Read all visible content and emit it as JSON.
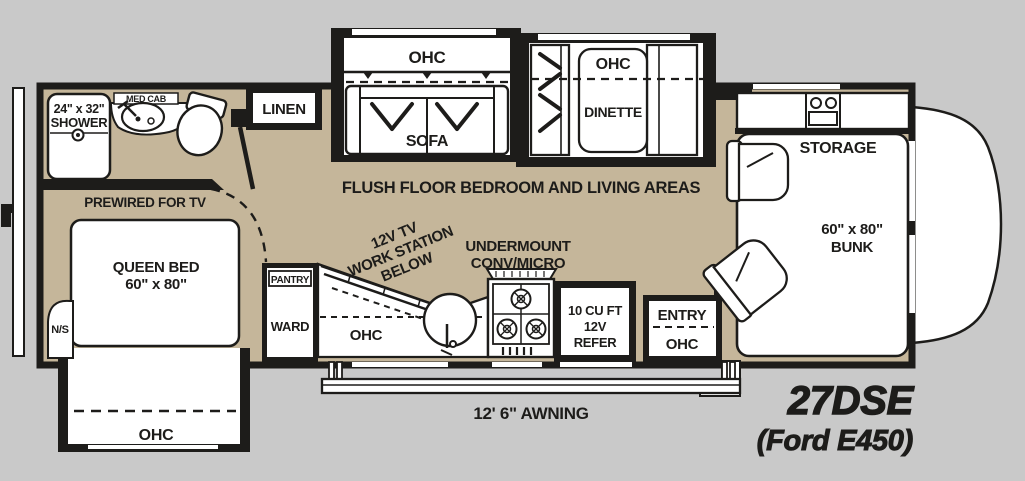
{
  "colors": {
    "background": "#c9c9c9",
    "floor": "#c5b69a",
    "ink": "#1d1c1a",
    "white": "#ffffff"
  },
  "labels": {
    "shower_size": "24\" x 32\"",
    "shower": "SHOWER",
    "med_cab": "MED CAB",
    "linen": "LINEN",
    "prewired_tv": "PREWIRED FOR TV",
    "queen_bed": "QUEEN BED",
    "queen_bed_size": "60\" x 80\"",
    "nightstand": "N/S",
    "bed_ohc": "OHC",
    "pantry": "PANTRY",
    "wardrobe": "WARD",
    "workstation_line1": "12V TV",
    "workstation_line2": "WORK STATION",
    "workstation_line3": "BELOW",
    "kitchen_ohc": "OHC",
    "undermount_line1": "UNDERMOUNT",
    "undermount_line2": "CONV/MICRO",
    "refer_line1": "10 CU FT",
    "refer_line2": "12V",
    "refer_line3": "REFER",
    "entry": "ENTRY",
    "entry_ohc": "OHC",
    "sofa_ohc": "OHC",
    "sofa": "SOFA",
    "dinette_ohc": "OHC",
    "dinette": "DINETTE",
    "flush_floor": "FLUSH FLOOR BEDROOM AND LIVING AREAS",
    "storage": "STORAGE",
    "bunk_size": "60\" x 80\"",
    "bunk": "BUNK",
    "awning": "12' 6\" AWNING"
  },
  "title": {
    "model": "27DSE",
    "chassis": "(Ford E450)"
  }
}
